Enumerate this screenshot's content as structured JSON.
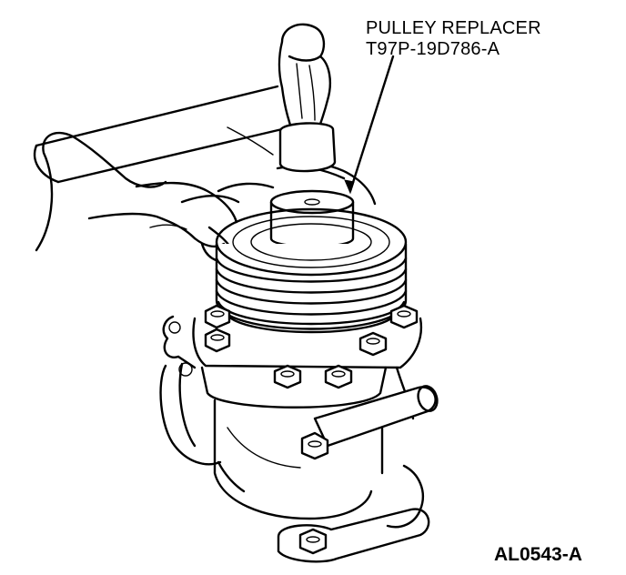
{
  "callout": {
    "name_line": "PULLEY REPLACER",
    "tool_number": "T97P-19D786-A"
  },
  "figure_id": "AL0543-A"
}
